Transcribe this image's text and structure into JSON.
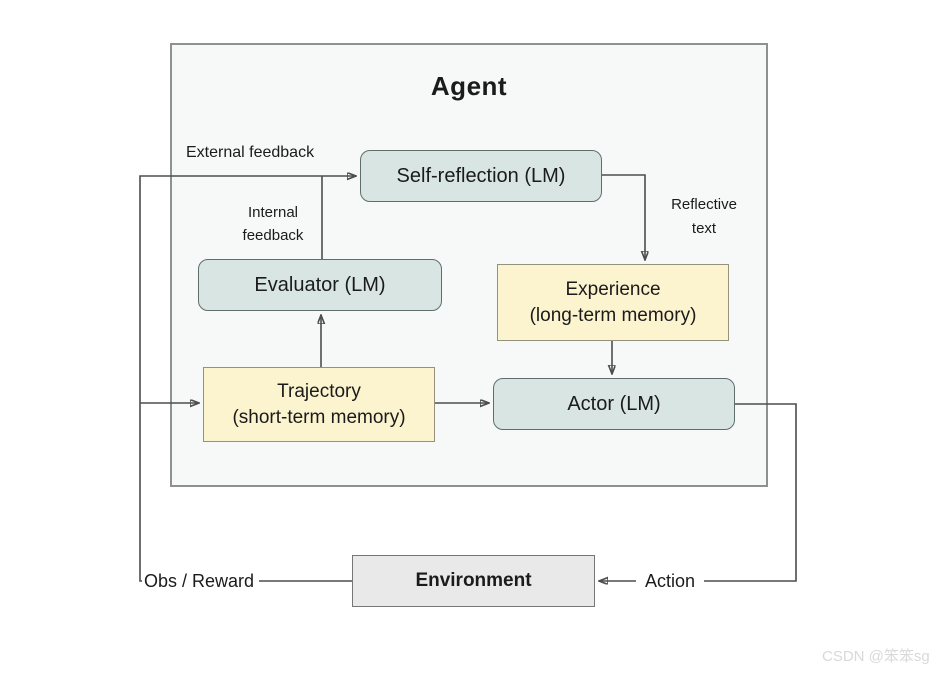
{
  "diagram": {
    "title": "Agent",
    "nodes": {
      "self_reflection": {
        "label": "Self-reflection (LM)"
      },
      "evaluator": {
        "label": "Evaluator (LM)"
      },
      "experience": {
        "line1": "Experience",
        "line2": "(long-term memory)"
      },
      "trajectory": {
        "line1": "Trajectory",
        "line2": "(short-term memory)"
      },
      "actor": {
        "label": "Actor (LM)"
      },
      "environment": {
        "label": "Environment"
      }
    },
    "edge_labels": {
      "external_feedback": "External feedback",
      "internal_feedback_line1": "Internal",
      "internal_feedback_line2": "feedback",
      "reflective_text_line1": "Reflective",
      "reflective_text_line2": "text",
      "obs_reward": "Obs / Reward",
      "action": "Action"
    },
    "colors": {
      "lm_node_fill": "#d9e5e3",
      "lm_node_border": "#5e6e6d",
      "memory_node_fill": "#fcf3cf",
      "memory_node_border": "#94917c",
      "environment_fill": "#e9e9e9",
      "environment_border": "#767676",
      "agent_box_fill": "#f7f8f8",
      "agent_box_border": "#8e9192",
      "line_color": "#4d4d4d",
      "text_color": "#1b1b1b",
      "watermark_color": "#d9d9d9"
    }
  },
  "watermark": "CSDN @笨笨sg"
}
